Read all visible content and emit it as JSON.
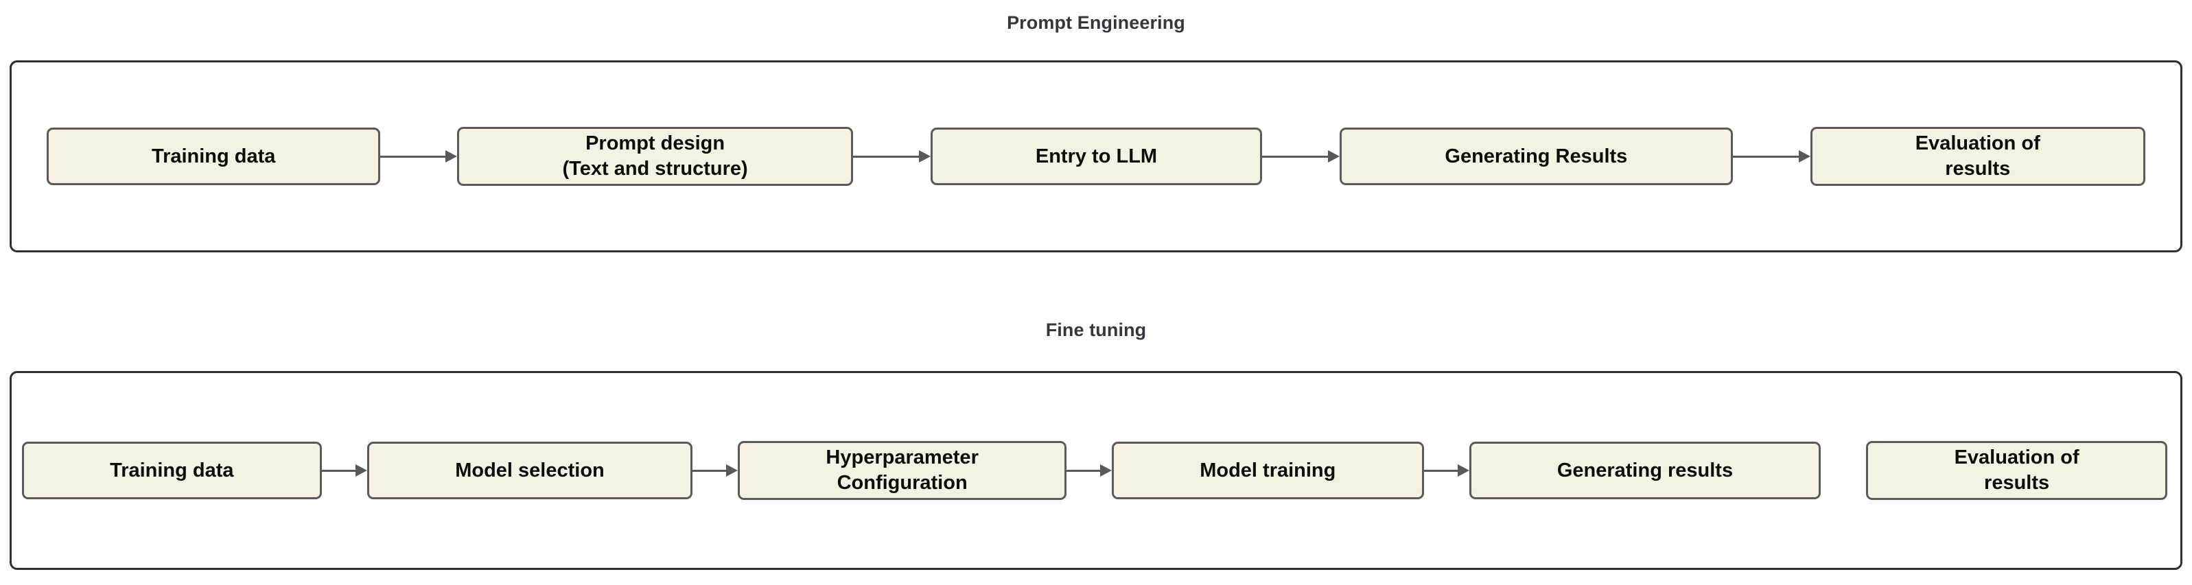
{
  "sections": [
    {
      "id": "prompt-engineering",
      "title": "Prompt Engineering",
      "steps": [
        {
          "label": "Training data"
        },
        {
          "label": "Prompt design\n(Text and structure)"
        },
        {
          "label": "Entry to LLM"
        },
        {
          "label": "Generating Results"
        },
        {
          "label": "Evaluation of\nresults"
        }
      ],
      "connectors": [
        "arrow",
        "arrow",
        "arrow",
        "arrow"
      ]
    },
    {
      "id": "fine-tuning",
      "title": "Fine tuning",
      "steps": [
        {
          "label": "Training data"
        },
        {
          "label": "Model selection"
        },
        {
          "label": "Hyperparameter\nConfiguration"
        },
        {
          "label": "Model training"
        },
        {
          "label": "Generating results"
        },
        {
          "label": "Evaluation of\nresults"
        }
      ],
      "connectors": [
        "arrow",
        "arrow",
        "arrow",
        "arrow",
        "none"
      ]
    }
  ],
  "colors": {
    "box_fill": "#f5f1e3",
    "box_border": "#5a5a5a",
    "container_border": "#2a2f3a",
    "arrow": "#58595b",
    "title_text": "#33373f",
    "box_text": "#0d0d0d",
    "background": "#ffffff"
  }
}
